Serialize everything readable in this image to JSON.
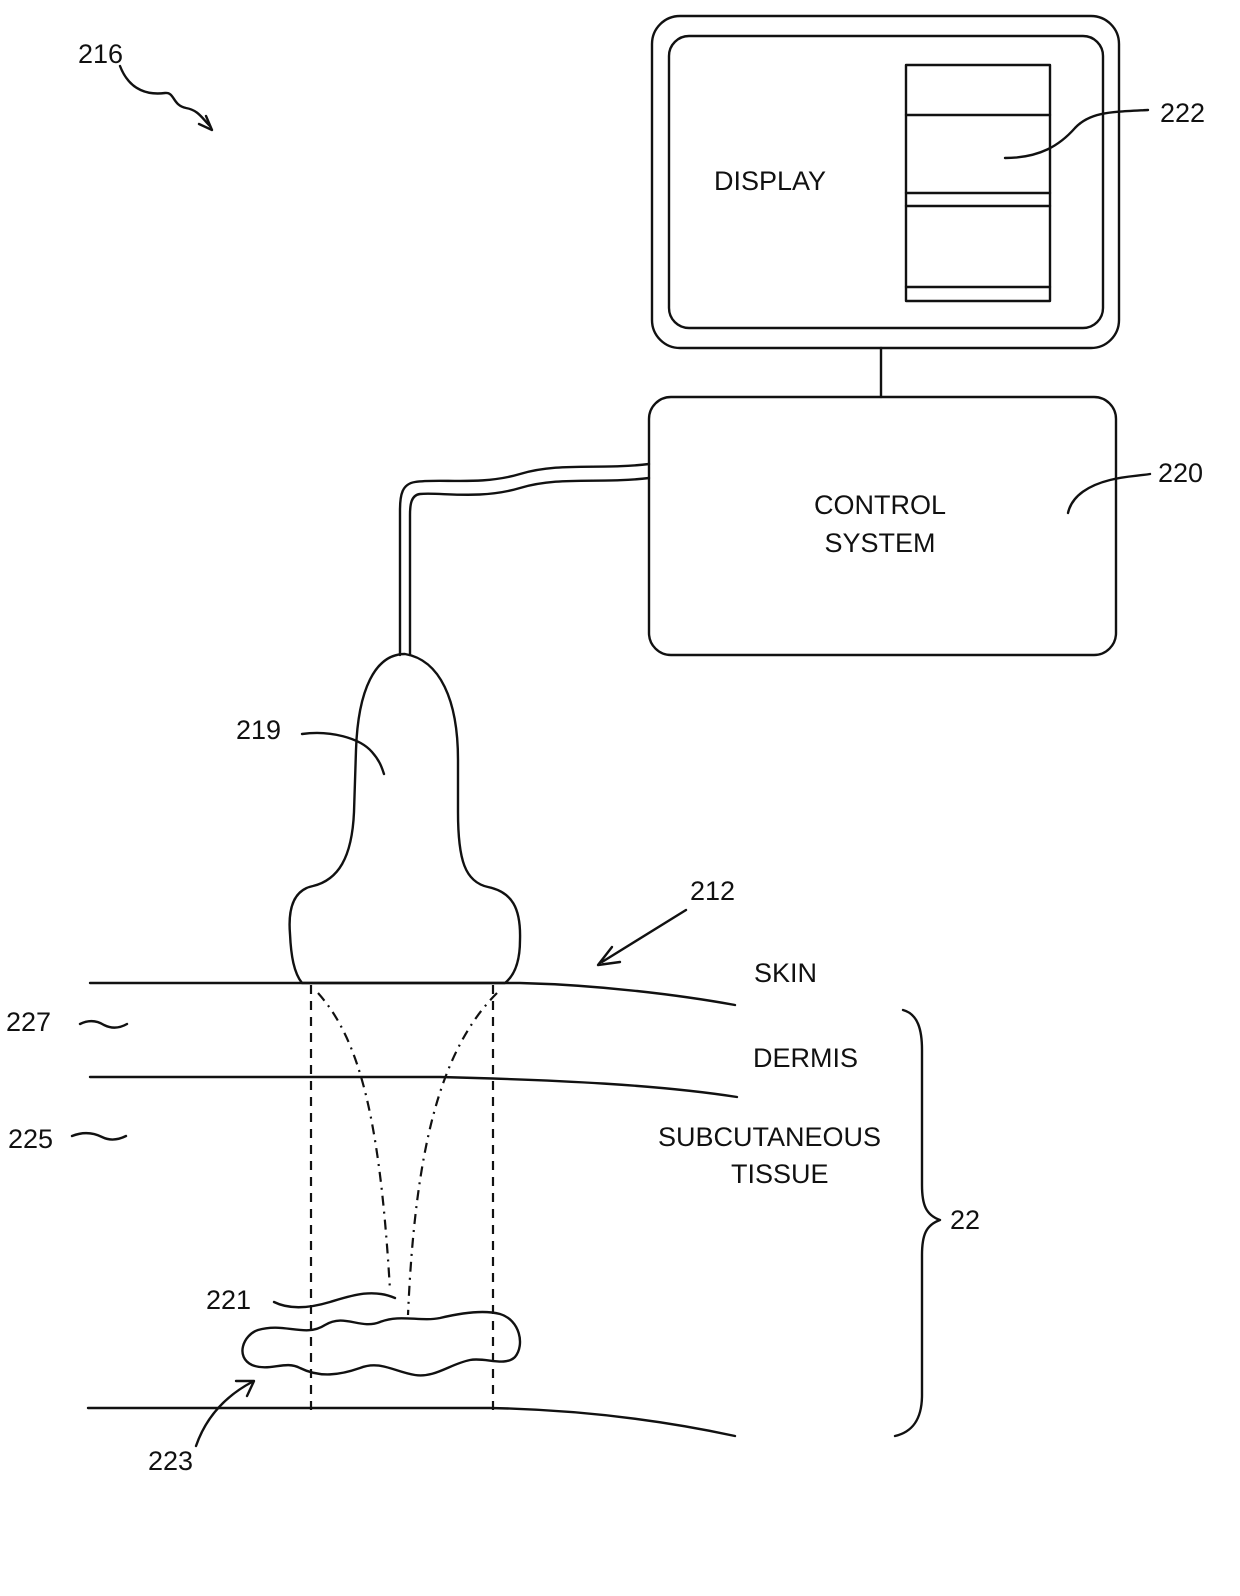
{
  "figure_ref": "216",
  "display": {
    "label": "DISPLAY",
    "ref": "222"
  },
  "control_system": {
    "label_line1": "CONTROL",
    "label_line2": "SYSTEM",
    "ref": "220"
  },
  "transducer": {
    "ref": "219"
  },
  "treatment_region": {
    "ref": "212"
  },
  "tissue_layers": {
    "skin": "SKIN",
    "dermis": "DERMIS",
    "subcutaneous_line1": "SUBCUTANEOUS",
    "subcutaneous_line2": "TISSUE",
    "dermis_ref": "227",
    "subcutaneous_ref": "225",
    "bracket_ref": "22"
  },
  "target": {
    "focal_ref": "221",
    "region_ref": "223"
  },
  "colors": {
    "ink": "#111111",
    "background": "#ffffff"
  }
}
